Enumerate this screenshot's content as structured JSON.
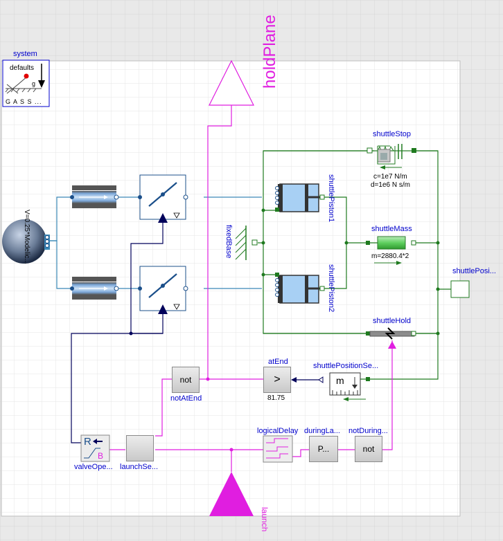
{
  "system": {
    "name": "system",
    "defaults_label": "defaults",
    "g_label": "g",
    "gass_label": "G A S S ..."
  },
  "labels": {
    "holdPlane": "holdPlane",
    "launch": "launch",
    "fixedBase": "fixedBase",
    "shuttlePiston1": "shuttlePiston1",
    "shuttlePiston2": "shuttlePiston2",
    "shuttleStop": "shuttleStop",
    "shuttleStop_params": [
      "c=1e7 N/m",
      "d=1e6 N s/m"
    ],
    "shuttleMass": "shuttleMass",
    "shuttleMass_param": "m=2880.4*2",
    "shuttleHold": "shuttleHold",
    "shuttlePosition_out": "shuttlePosi...",
    "shuttlePositionSensor": "shuttlePositionSe...",
    "sensor_letter": "m",
    "atEnd": "atEnd",
    "atEnd_symbol": ">",
    "atEnd_value": "81.75",
    "not_symbol": "not",
    "notAtEnd": "notAtEnd",
    "logicalDelay": "logicalDelay",
    "duringLaunch": "duringLa...",
    "duringLaunch_symbol": "P...",
    "notDuringLaunch": "notDuring...",
    "valveOpen": "valveOpe...",
    "valveOpen_R": "R",
    "valveOpen_B": "B",
    "launchSequence": "launchSe...",
    "tank": "V=0.25*Modelic..."
  }
}
